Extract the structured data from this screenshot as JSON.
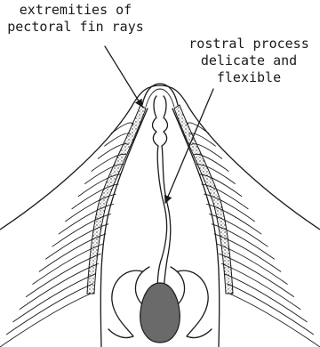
{
  "annotations": {
    "fin_rays": [
      "extremities of",
      "pectoral fin rays"
    ],
    "rostral_process": [
      "rostral process",
      "delicate and",
      "flexible"
    ]
  },
  "colors": {
    "ink": "#1a1a1a",
    "stipple": "#2a2a2a",
    "dark_organ": "#6a6a6a"
  }
}
